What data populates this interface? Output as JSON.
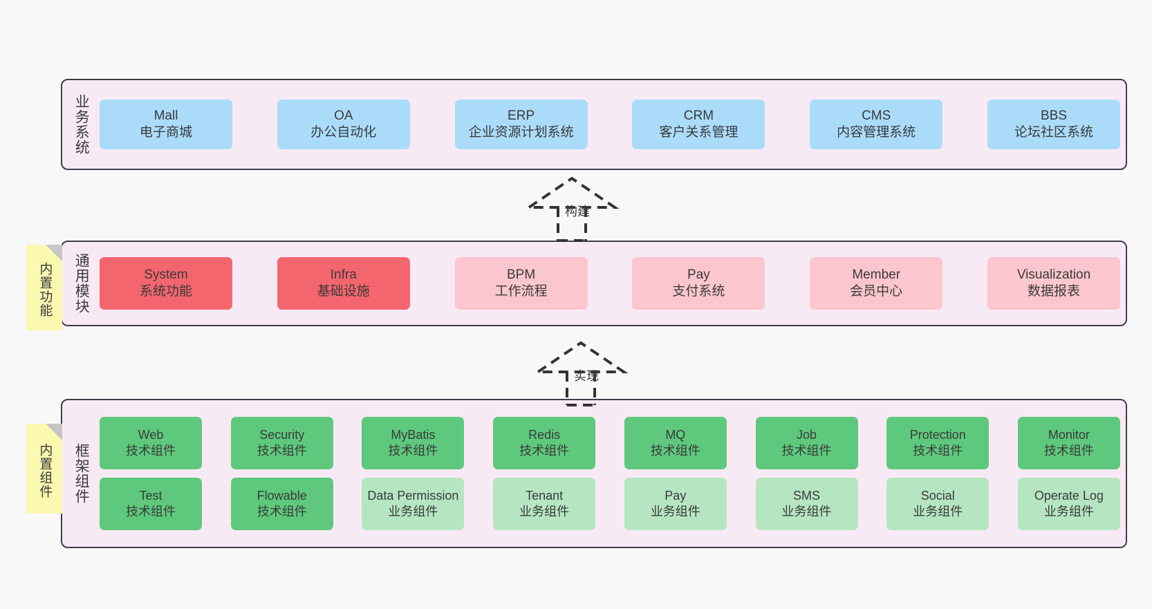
{
  "diagram": {
    "title": "",
    "colors": {
      "canvas_bg": "#f8f8f8",
      "layer_bg": "#f8eaf5",
      "layer_border": "#3f3c4a",
      "business_node": "#aadcfa",
      "common_core_node": "#f4666e",
      "common_node": "#fbc6cd",
      "tech_node": "#5ec97c",
      "biz_component_node": "#b6e6c1",
      "note_bg": "#fbf8b0"
    }
  },
  "layers": [
    {
      "id": "business",
      "title": "业务系统",
      "nodes": [
        {
          "en": "Mall",
          "cn": "电子商城"
        },
        {
          "en": "OA",
          "cn": "办公自动化"
        },
        {
          "en": "ERP",
          "cn": "企业资源计划系统"
        },
        {
          "en": "CRM",
          "cn": "客户关系管理"
        },
        {
          "en": "CMS",
          "cn": "内容管理系统"
        },
        {
          "en": "BBS",
          "cn": "论坛社区系统"
        }
      ]
    },
    {
      "id": "common",
      "title": "通用模块",
      "nodes": [
        {
          "en": "System",
          "cn": "系统功能",
          "variant": "red"
        },
        {
          "en": "Infra",
          "cn": "基础设施",
          "variant": "red"
        },
        {
          "en": "BPM",
          "cn": "工作流程",
          "variant": "pink"
        },
        {
          "en": "Pay",
          "cn": "支付系统",
          "variant": "pink"
        },
        {
          "en": "Member",
          "cn": "会员中心",
          "variant": "pink"
        },
        {
          "en": "Visualization",
          "cn": "数据报表",
          "variant": "pink"
        }
      ]
    },
    {
      "id": "framework",
      "title": "框架组件",
      "rows": [
        [
          {
            "en": "Web",
            "cn": "技术组件",
            "variant": "green"
          },
          {
            "en": "Security",
            "cn": "技术组件",
            "variant": "green"
          },
          {
            "en": "MyBatis",
            "cn": "技术组件",
            "variant": "green"
          },
          {
            "en": "Redis",
            "cn": "技术组件",
            "variant": "green"
          },
          {
            "en": "MQ",
            "cn": "技术组件",
            "variant": "green"
          },
          {
            "en": "Job",
            "cn": "技术组件",
            "variant": "green"
          },
          {
            "en": "Protection",
            "cn": "技术组件",
            "variant": "green"
          },
          {
            "en": "Monitor",
            "cn": "技术组件",
            "variant": "green"
          }
        ],
        [
          {
            "en": "Test",
            "cn": "技术组件",
            "variant": "green"
          },
          {
            "en": "Flowable",
            "cn": "技术组件",
            "variant": "green"
          },
          {
            "en": "Data Permission",
            "cn": "业务组件",
            "variant": "lgreen"
          },
          {
            "en": "Tenant",
            "cn": "业务组件",
            "variant": "lgreen"
          },
          {
            "en": "Pay",
            "cn": "业务组件",
            "variant": "lgreen"
          },
          {
            "en": "SMS",
            "cn": "业务组件",
            "variant": "lgreen"
          },
          {
            "en": "Social",
            "cn": "业务组件",
            "variant": "lgreen"
          },
          {
            "en": "Operate Log",
            "cn": "业务组件",
            "variant": "lgreen"
          }
        ]
      ]
    }
  ],
  "notes": [
    {
      "id": "builtin-function",
      "text": "内置功能"
    },
    {
      "id": "builtin-component",
      "text": "内置组件"
    }
  ],
  "connectors": [
    {
      "id": "build",
      "label": "构建",
      "style": "dashed-hollow-triangle"
    },
    {
      "id": "implement",
      "label": "实现",
      "style": "dashed-hollow-triangle"
    }
  ]
}
